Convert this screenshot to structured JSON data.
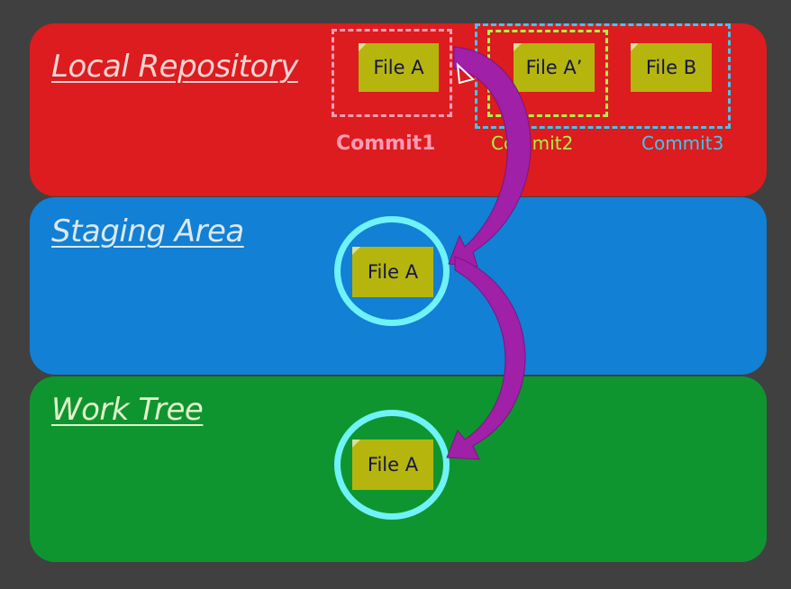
{
  "panels": {
    "repository": {
      "title": "Local Repository"
    },
    "staging": {
      "title": "Staging Area"
    },
    "work_tree": {
      "title": "Work Tree"
    }
  },
  "repository_files": {
    "commit1_file": "File A",
    "commit2_file": "File A’",
    "commit3_file": "File B"
  },
  "commits": {
    "commit1": {
      "label": "Commit1",
      "color": "#ff9bb5"
    },
    "commit2": {
      "label": "Commit2",
      "color": "#a6f24a"
    },
    "commit3": {
      "label": "Commit3",
      "color": "#3fc6f0"
    }
  },
  "staging_file": "File A",
  "work_tree_file": "File A",
  "colors": {
    "repository_background": "#dc1c1e",
    "staging_background": "#1280d4",
    "work_tree_background": "#0f9530",
    "file_note": "#b5b50e",
    "file_circle": "#6ff2f8",
    "arrow": "#a020a8",
    "page_background": "#404040"
  }
}
